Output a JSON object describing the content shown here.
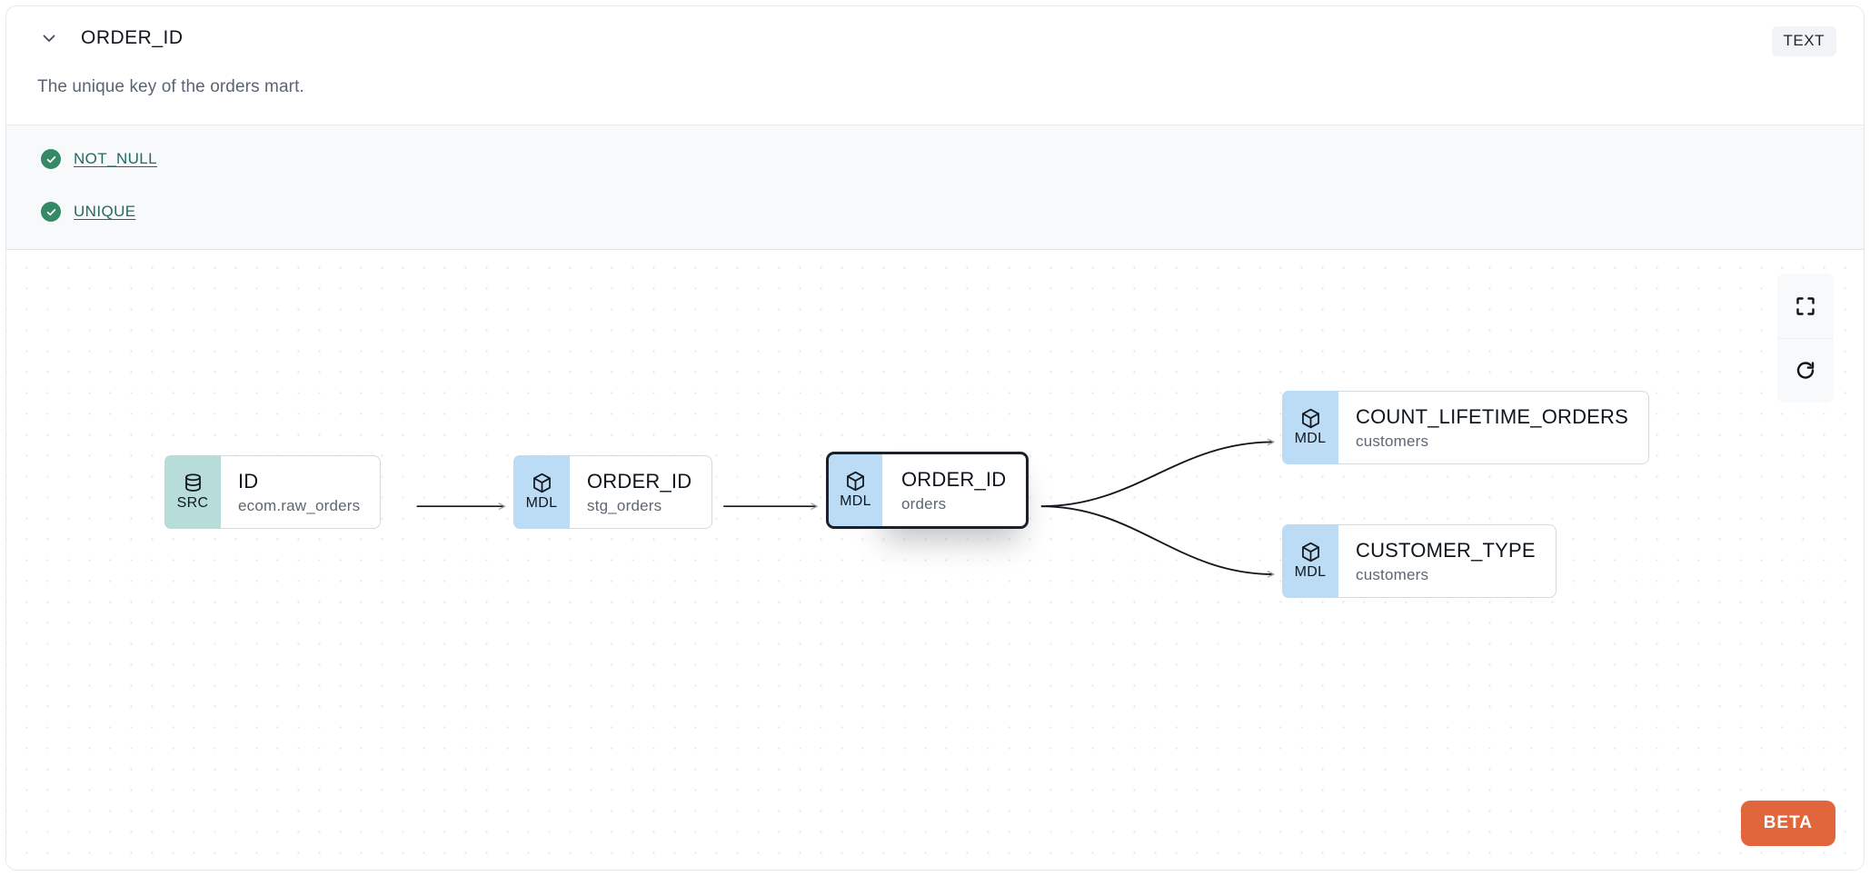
{
  "header": {
    "collapse_icon": "chevron-down-icon",
    "column_name": "ORDER_ID",
    "type_badge": "TEXT",
    "description": "The unique key of the orders mart."
  },
  "tests": [
    {
      "status_icon": "check-circle-icon",
      "label": "NOT_NULL"
    },
    {
      "status_icon": "check-circle-icon",
      "label": "UNIQUE"
    }
  ],
  "lineage": {
    "nodes": [
      {
        "id": "src",
        "badge": "SRC",
        "badge_icon": "database-icon",
        "name": "ID",
        "model": "ecom.raw_orders",
        "selected": false
      },
      {
        "id": "stg",
        "badge": "MDL",
        "badge_icon": "cube-icon",
        "name": "ORDER_ID",
        "model": "stg_orders",
        "selected": false
      },
      {
        "id": "orders",
        "badge": "MDL",
        "badge_icon": "cube-icon",
        "name": "ORDER_ID",
        "model": "orders",
        "selected": true
      },
      {
        "id": "count",
        "badge": "MDL",
        "badge_icon": "cube-icon",
        "name": "COUNT_LIFETIME_ORDERS",
        "model": "customers",
        "selected": false
      },
      {
        "id": "custype",
        "badge": "MDL",
        "badge_icon": "cube-icon",
        "name": "CUSTOMER_TYPE",
        "model": "customers",
        "selected": false
      }
    ],
    "edges": [
      {
        "from": "src",
        "to": "stg",
        "style": "straight"
      },
      {
        "from": "stg",
        "to": "orders",
        "style": "straight"
      },
      {
        "from": "orders",
        "to": "count",
        "style": "bezier"
      },
      {
        "from": "orders",
        "to": "custype",
        "style": "bezier"
      }
    ],
    "controls": [
      {
        "name": "fit-view-button",
        "icon": "fullscreen-icon"
      },
      {
        "name": "refresh-button",
        "icon": "refresh-icon"
      }
    ],
    "beta_badge": "BETA"
  },
  "colors": {
    "badge_mdl": "#bcdcf5",
    "badge_src": "#b7dcd9",
    "beta": "#e2663b",
    "test_pass": "#358a66",
    "test_link": "#1f6a63"
  }
}
